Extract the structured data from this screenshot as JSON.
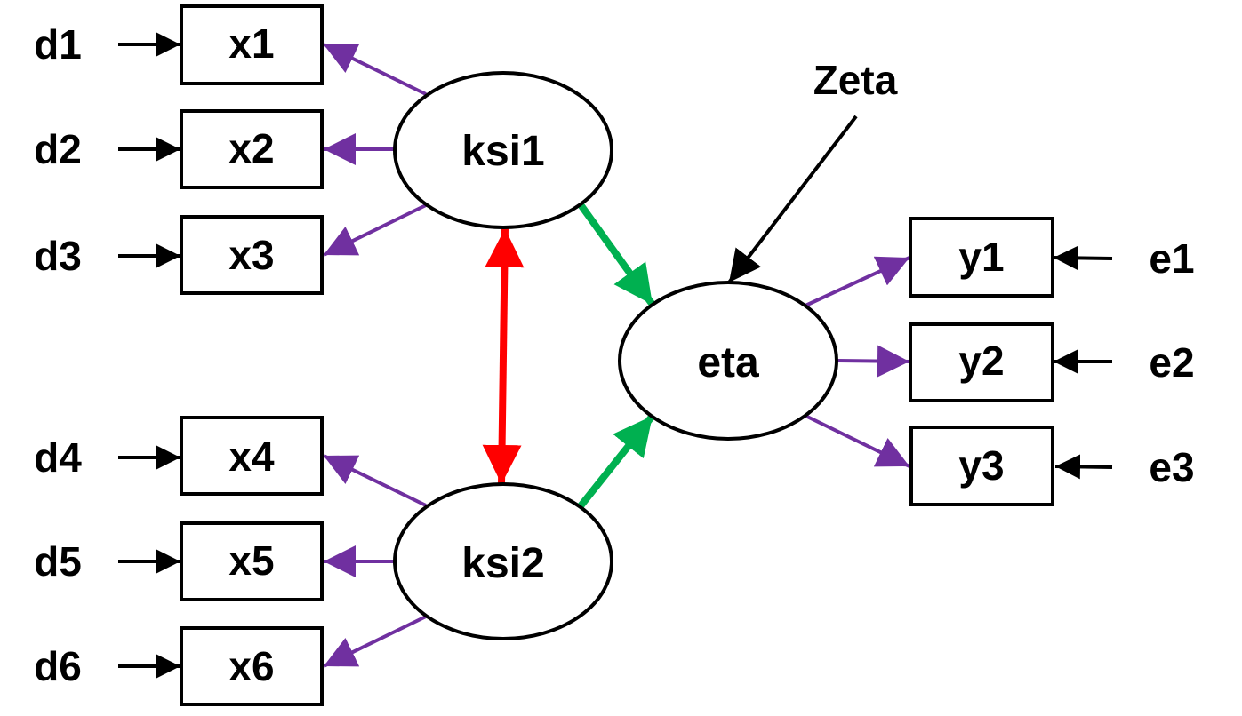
{
  "diagram": {
    "type": "structural-equation-model",
    "colors": {
      "loading": "#7030A0",
      "structural": "#00B050",
      "covariance": "#FF0000",
      "error": "#000000"
    },
    "latent": [
      {
        "id": "ksi1",
        "label": "ksi1"
      },
      {
        "id": "ksi2",
        "label": "ksi2"
      },
      {
        "id": "eta",
        "label": "eta"
      }
    ],
    "observed": [
      {
        "id": "x1",
        "label": "x1"
      },
      {
        "id": "x2",
        "label": "x2"
      },
      {
        "id": "x3",
        "label": "x3"
      },
      {
        "id": "x4",
        "label": "x4"
      },
      {
        "id": "x5",
        "label": "x5"
      },
      {
        "id": "x6",
        "label": "x6"
      },
      {
        "id": "y1",
        "label": "y1"
      },
      {
        "id": "y2",
        "label": "y2"
      },
      {
        "id": "y3",
        "label": "y3"
      }
    ],
    "errors": [
      {
        "id": "d1",
        "label": "d1",
        "target": "x1"
      },
      {
        "id": "d2",
        "label": "d2",
        "target": "x2"
      },
      {
        "id": "d3",
        "label": "d3",
        "target": "x3"
      },
      {
        "id": "d4",
        "label": "d4",
        "target": "x4"
      },
      {
        "id": "d5",
        "label": "d5",
        "target": "x5"
      },
      {
        "id": "d6",
        "label": "d6",
        "target": "x6"
      },
      {
        "id": "e1",
        "label": "e1",
        "target": "y1"
      },
      {
        "id": "e2",
        "label": "e2",
        "target": "y2"
      },
      {
        "id": "e3",
        "label": "e3",
        "target": "y3"
      },
      {
        "id": "zeta",
        "label": "Zeta",
        "target": "eta"
      }
    ],
    "edges": [
      {
        "from": "ksi1",
        "to": "x1",
        "kind": "loading"
      },
      {
        "from": "ksi1",
        "to": "x2",
        "kind": "loading"
      },
      {
        "from": "ksi1",
        "to": "x3",
        "kind": "loading"
      },
      {
        "from": "ksi2",
        "to": "x4",
        "kind": "loading"
      },
      {
        "from": "ksi2",
        "to": "x5",
        "kind": "loading"
      },
      {
        "from": "ksi2",
        "to": "x6",
        "kind": "loading"
      },
      {
        "from": "eta",
        "to": "y1",
        "kind": "loading"
      },
      {
        "from": "eta",
        "to": "y2",
        "kind": "loading"
      },
      {
        "from": "eta",
        "to": "y3",
        "kind": "loading"
      },
      {
        "from": "ksi1",
        "to": "eta",
        "kind": "structural"
      },
      {
        "from": "ksi2",
        "to": "eta",
        "kind": "structural"
      },
      {
        "from": "ksi1",
        "to": "ksi2",
        "kind": "covariance"
      }
    ]
  }
}
